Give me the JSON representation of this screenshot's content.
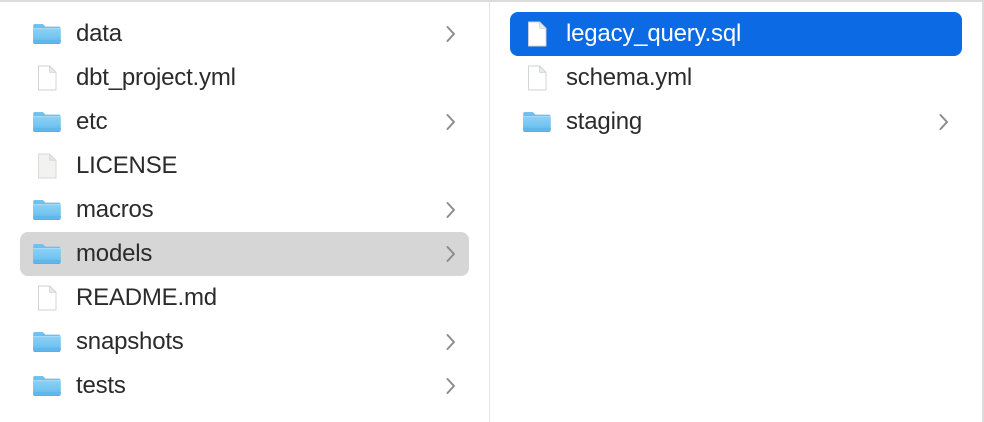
{
  "window": {
    "title": "Finder Column View",
    "accent_color": "#0b6ae4",
    "inactive_selection_color": "#d6d6d6",
    "text_color": "#2b2b2b",
    "selected_text_color": "#ffffff",
    "background_color": "#ffffff",
    "divider_color": "#e2e4e6"
  },
  "columns": [
    {
      "name": "project-root-column",
      "items": [
        {
          "label": "data",
          "kind": "folder",
          "icon": "folder-icon",
          "has_chevron": true,
          "selected": false,
          "selection_state": "none"
        },
        {
          "label": "dbt_project.yml",
          "kind": "file",
          "icon": "document-icon",
          "has_chevron": false,
          "selected": false,
          "selection_state": "none"
        },
        {
          "label": "etc",
          "kind": "folder",
          "icon": "folder-icon",
          "has_chevron": true,
          "selected": false,
          "selection_state": "none"
        },
        {
          "label": "LICENSE",
          "kind": "file",
          "icon": "document-plain-icon",
          "has_chevron": false,
          "selected": false,
          "selection_state": "none"
        },
        {
          "label": "macros",
          "kind": "folder",
          "icon": "folder-icon",
          "has_chevron": true,
          "selected": false,
          "selection_state": "none"
        },
        {
          "label": "models",
          "kind": "folder",
          "icon": "folder-icon",
          "has_chevron": true,
          "selected": true,
          "selection_state": "inactive"
        },
        {
          "label": "README.md",
          "kind": "file",
          "icon": "document-icon",
          "has_chevron": false,
          "selected": false,
          "selection_state": "none"
        },
        {
          "label": "snapshots",
          "kind": "folder",
          "icon": "folder-icon",
          "has_chevron": true,
          "selected": false,
          "selection_state": "none"
        },
        {
          "label": "tests",
          "kind": "folder",
          "icon": "folder-icon",
          "has_chevron": true,
          "selected": false,
          "selection_state": "none"
        }
      ]
    },
    {
      "name": "models-folder-column",
      "items": [
        {
          "label": "legacy_query.sql",
          "kind": "file",
          "icon": "document-icon",
          "has_chevron": false,
          "selected": true,
          "selection_state": "active"
        },
        {
          "label": "schema.yml",
          "kind": "file",
          "icon": "document-icon",
          "has_chevron": false,
          "selected": false,
          "selection_state": "none"
        },
        {
          "label": "staging",
          "kind": "folder",
          "icon": "folder-icon",
          "has_chevron": true,
          "selected": false,
          "selection_state": "none"
        }
      ]
    }
  ]
}
